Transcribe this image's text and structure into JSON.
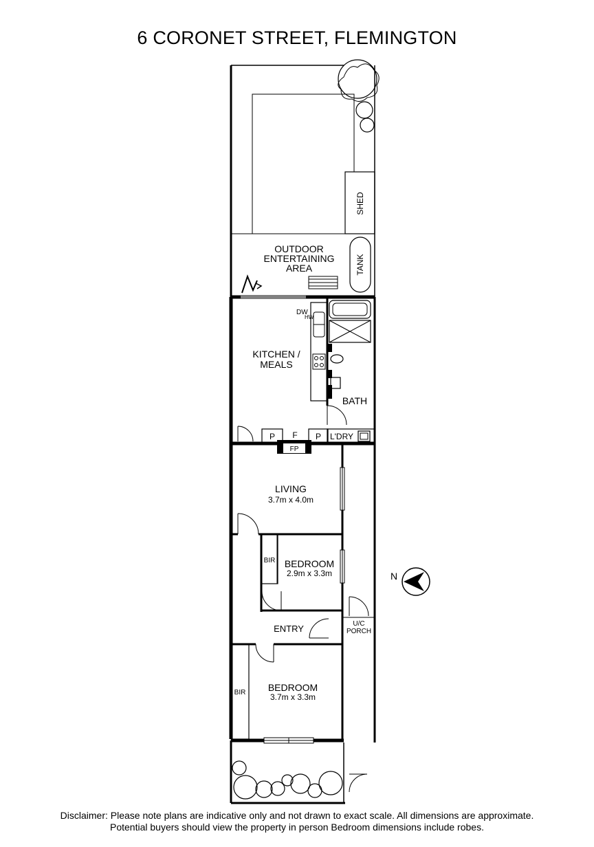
{
  "title": "6 CORONET STREET, FLEMINGTON",
  "rooms": {
    "outdoor_entertaining": [
      "OUTDOOR",
      "ENTERTAINING",
      "AREA"
    ],
    "shed": "SHED",
    "tank": "TANK",
    "kitchen": [
      "KITCHEN /",
      "MEALS"
    ],
    "dw": "DW",
    "hw": "HW",
    "bath": "BATH",
    "laundry": "L'DRY",
    "pantry_left": "P",
    "fridge": "F",
    "pantry_right": "P",
    "fireplace": "FP",
    "living": {
      "name": "LIVING",
      "size": "3.7m x 4.0m"
    },
    "bir_1": "BIR",
    "bedroom_1": {
      "name": "BEDROOM",
      "size": "2.9m x 3.3m"
    },
    "entry": "ENTRY",
    "porch": [
      "U/C",
      "PORCH"
    ],
    "bir_2": "BIR",
    "bedroom_2": {
      "name": "BEDROOM",
      "size": "3.7m x 3.3m"
    }
  },
  "compass": {
    "label": "N"
  },
  "disclaimer": [
    "Disclaimer: Please note plans are indicative only and not drawn to exact scale. All dimensions are approximate.",
    "Potential buyers should view the property in person  Bedroom dimensions include robes."
  ]
}
